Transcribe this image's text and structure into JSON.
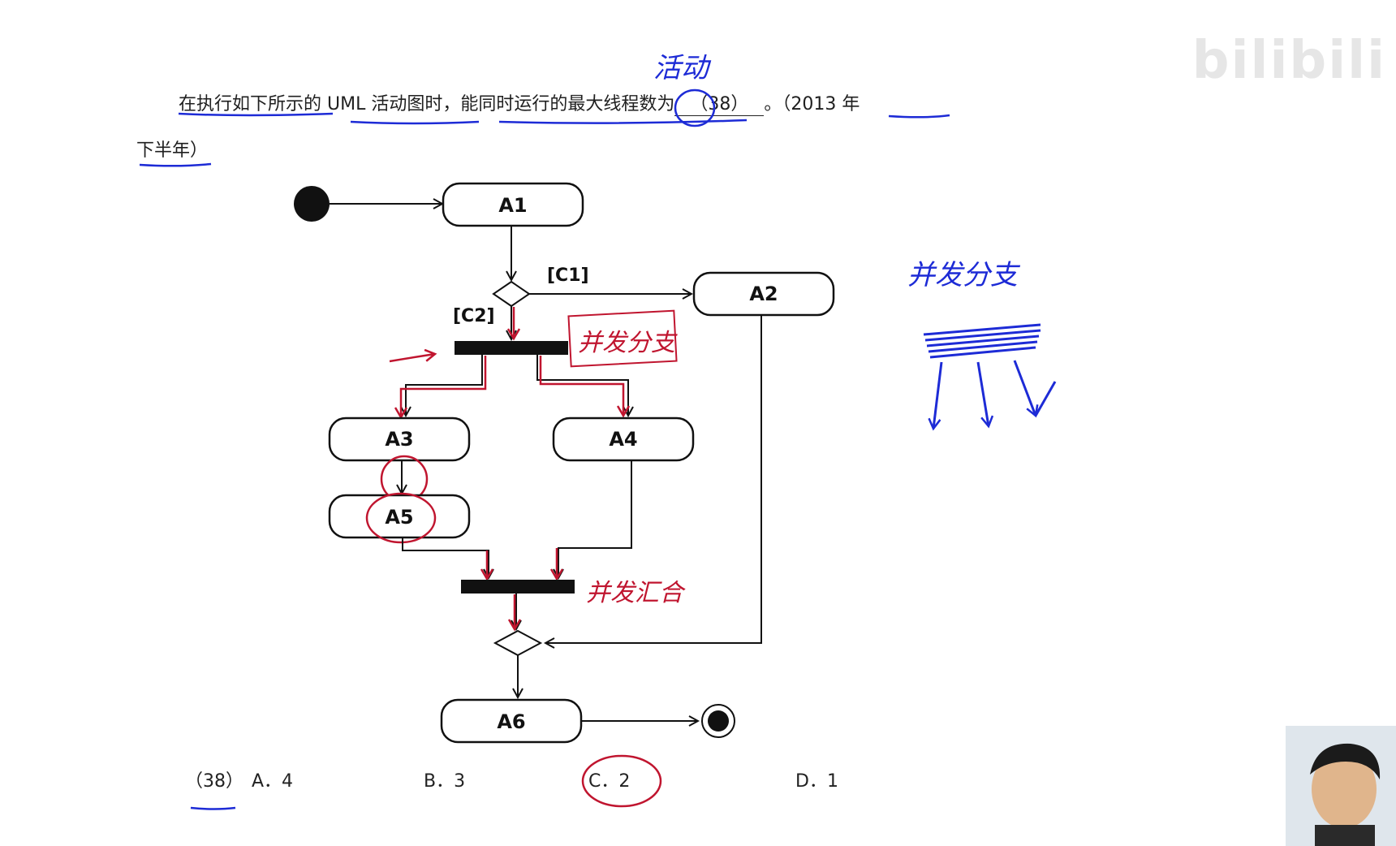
{
  "question": {
    "line1_prefix": "在执行如下所示的 UML 活动图时，能同时运行的最大线程数为",
    "blank": "（38）",
    "line1_suffix": "。（2013 年",
    "line2": "下半年）"
  },
  "diagram": {
    "nodes": {
      "a1": "A1",
      "a2": "A2",
      "a3": "A3",
      "a4": "A4",
      "a5": "A5",
      "a6": "A6"
    },
    "guards": {
      "c1": "[C1]",
      "c2": "[C2]"
    }
  },
  "annotations": {
    "activity": "活动",
    "fork_note": "并发分支",
    "join_note": "并发汇合",
    "side_note": "并发分支"
  },
  "options": {
    "prefix": "（38）",
    "a": "A．4",
    "b": "B．3",
    "c": "C．2",
    "d": "D．1"
  },
  "watermark": "bilibili",
  "colors": {
    "red_ink": "#c0152f",
    "blue_ink": "#1d2bd6",
    "diagram_line": "#111111"
  }
}
